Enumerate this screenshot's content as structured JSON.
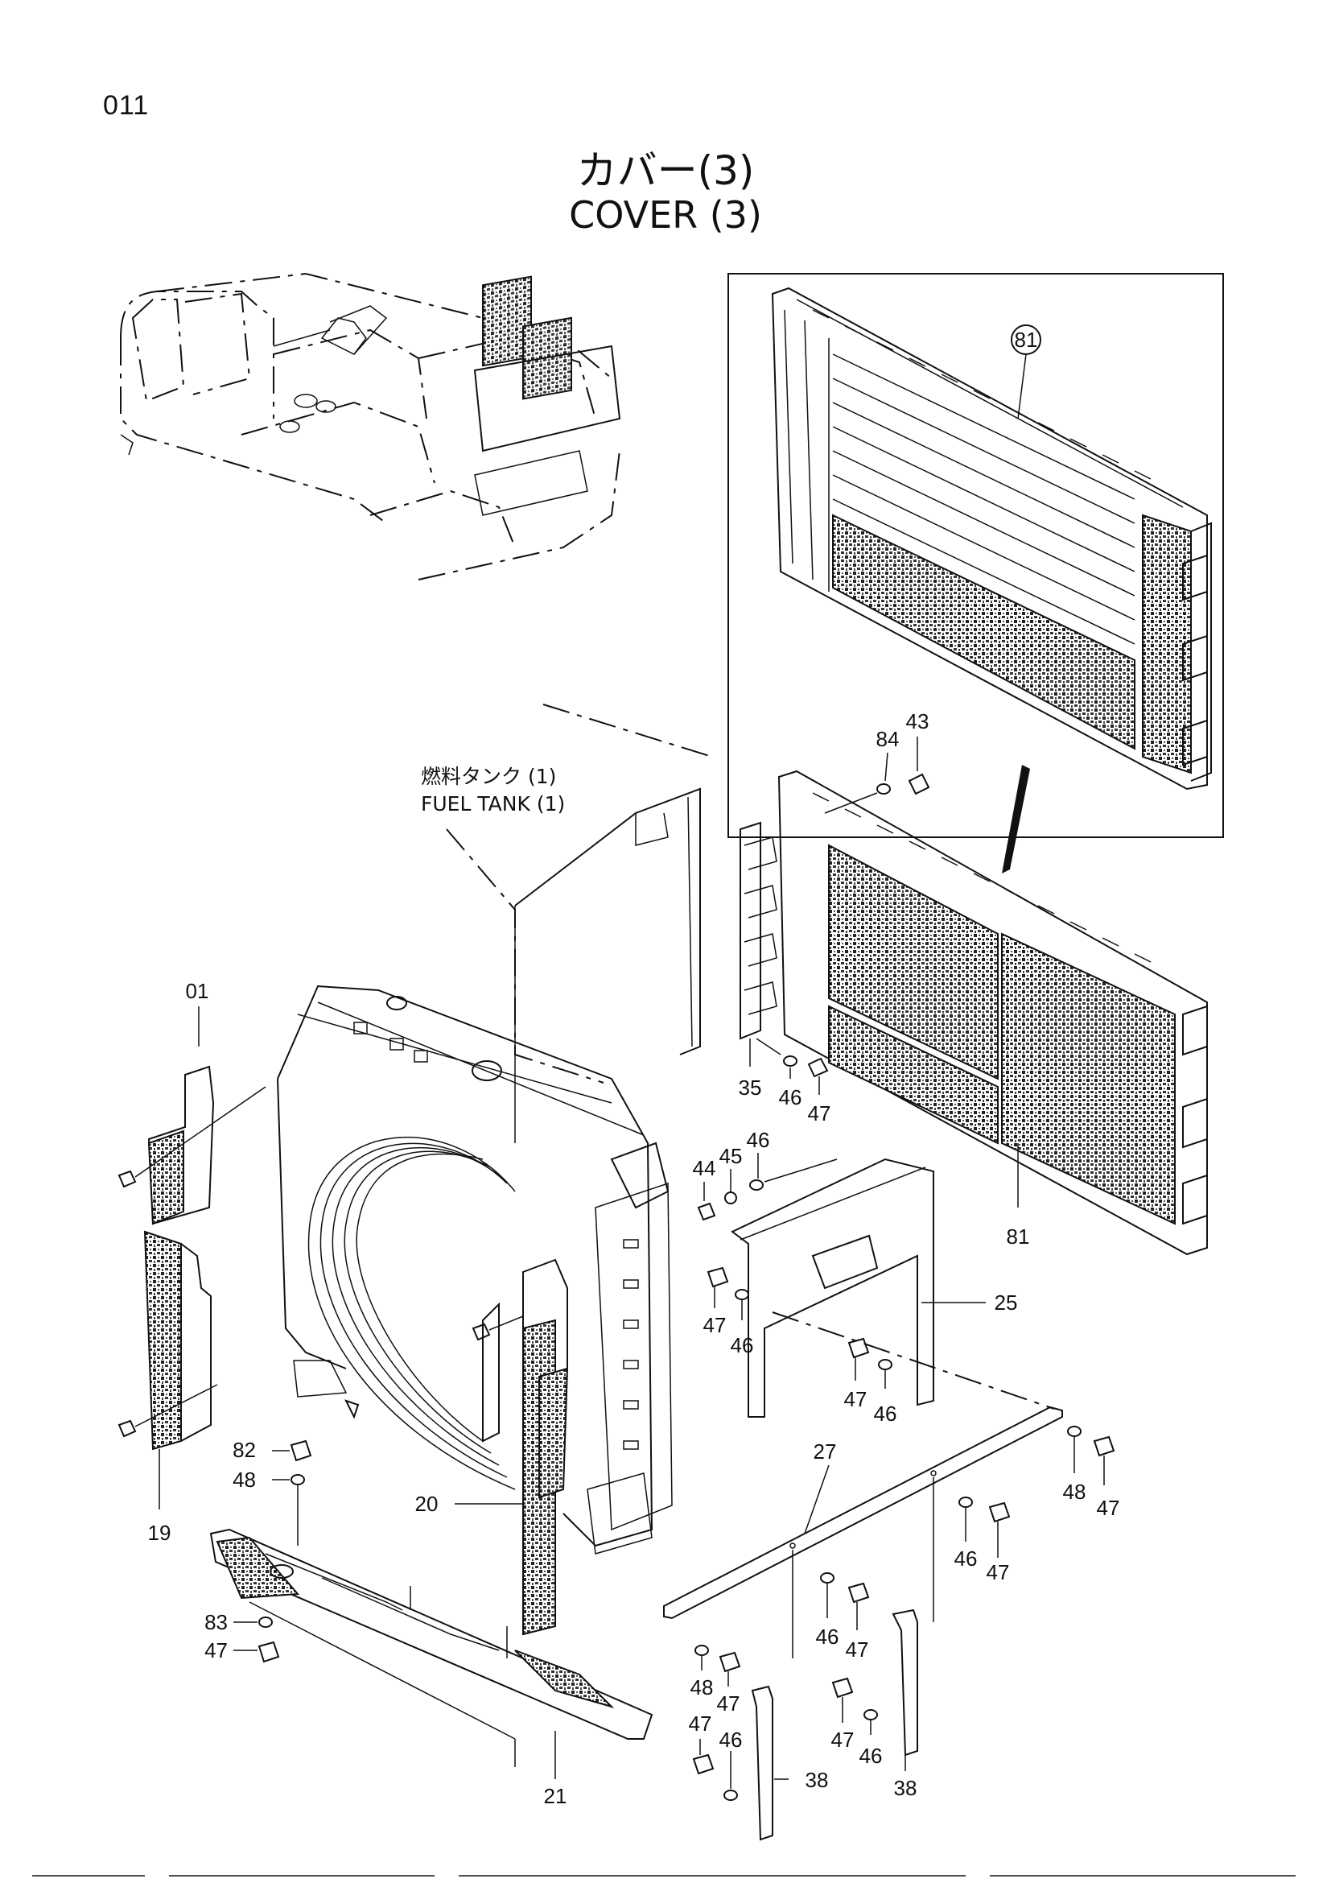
{
  "page": {
    "code": "011"
  },
  "title": {
    "jp": "カバー(3)",
    "en": "COVER (3)"
  },
  "reference": {
    "jp": "燃料タンク (1)",
    "en": "FUEL TANK (1)"
  },
  "callouts": {
    "c81_top": "81",
    "c84": "84",
    "c43": "43",
    "c01": "01",
    "c35": "35",
    "c46_a": "46",
    "c47_a": "47",
    "c44": "44",
    "c45": "45",
    "c46_b": "46",
    "c81_bottom": "81",
    "c47_b": "47",
    "c46_c": "46",
    "c25": "25",
    "c47_c": "47",
    "c46_d": "46",
    "c48_a": "48",
    "c47_d": "47",
    "c82": "82",
    "c48_b": "48",
    "c19": "19",
    "c20": "20",
    "c27": "27",
    "c46_e": "46",
    "c47_e": "47",
    "c46_f": "46",
    "c47_f": "47",
    "c83": "83",
    "c47_g": "47",
    "c48_c": "48",
    "c47_h": "47",
    "c47_i": "47",
    "c46_g": "46",
    "c47_j": "47",
    "c46_h": "46",
    "c38_a": "38",
    "c38_b": "38",
    "c21": "21"
  }
}
